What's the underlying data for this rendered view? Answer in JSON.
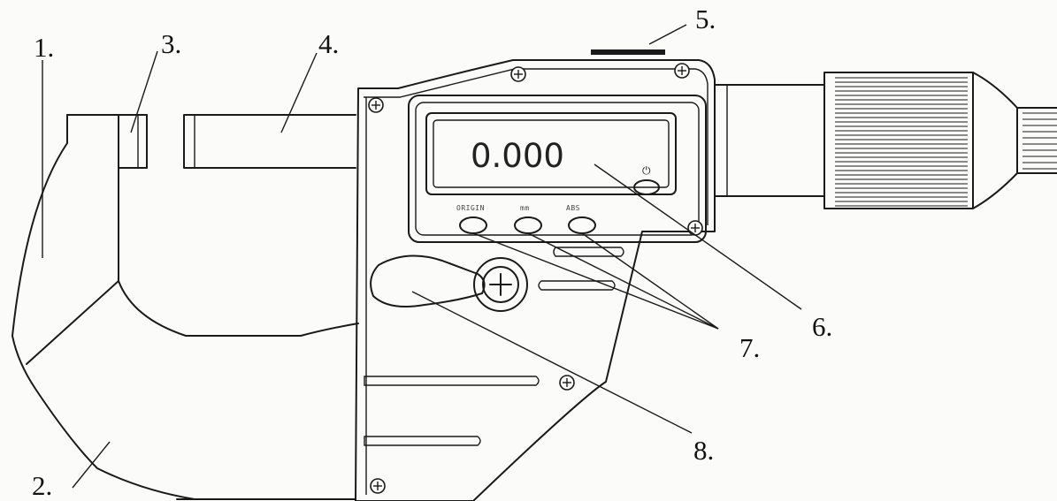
{
  "callouts": {
    "c1": "1.",
    "c2": "2.",
    "c3": "3.",
    "c4": "4.",
    "c5": "5.",
    "c6": "6.",
    "c7": "7.",
    "c8": "8."
  },
  "display": {
    "reading": "0.000",
    "power_symbol": "⏻",
    "button_labels": [
      "ORIGIN",
      "mm",
      "ABS"
    ]
  },
  "colors": {
    "ink": "#1a1a1a",
    "paper": "#fbfbf9"
  }
}
